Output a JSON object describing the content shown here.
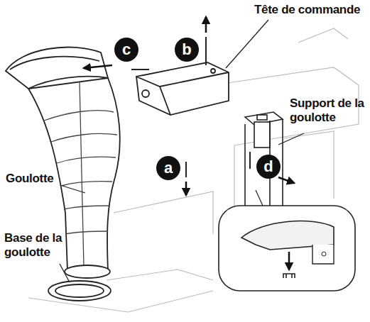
{
  "diagram": {
    "labels": [
      "Tête de commande",
      "c",
      "b",
      "Support de la goulotte",
      "a",
      "d",
      "Goulotte",
      "Base de la goulotte"
    ]
  }
}
